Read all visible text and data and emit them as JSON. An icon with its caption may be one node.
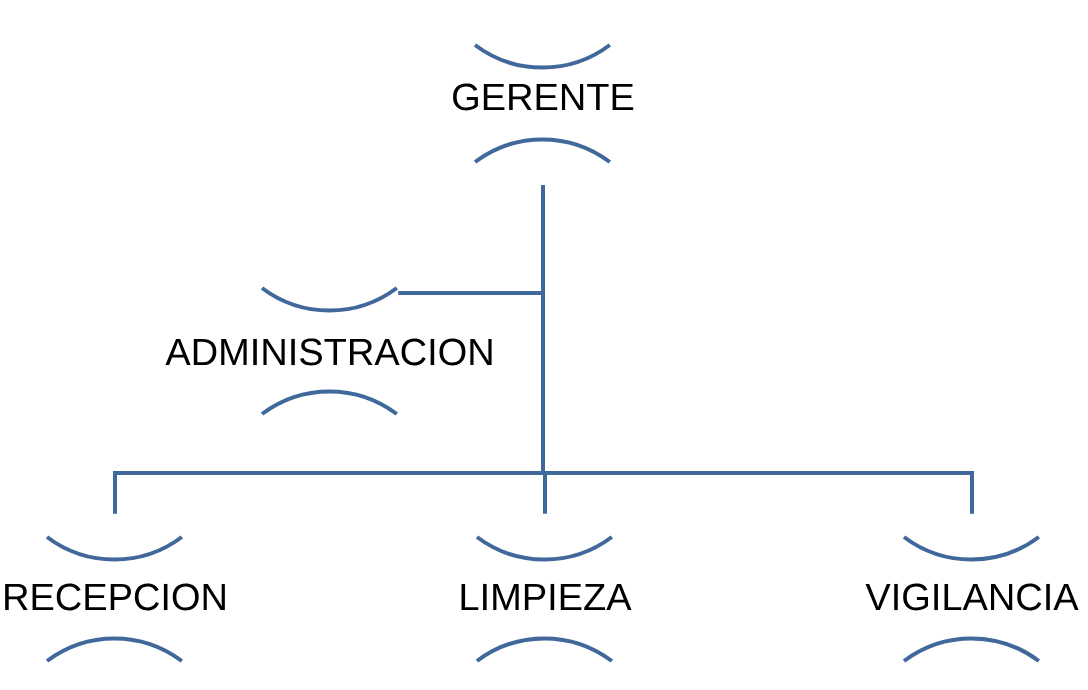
{
  "diagram": {
    "nodes": [
      {
        "text": [
          "GERENTE"
        ]
      },
      {
        "text": [
          "ADMINISTRACION"
        ]
      },
      {
        "text": [
          "RECEPCION"
        ]
      },
      {
        "text": [
          "LIMPIEZA"
        ]
      },
      {
        "text": [
          "VIGILANCIA"
        ]
      }
    ],
    "edges": [
      {
        "from": 0,
        "to": 1,
        "arrow": "none"
      },
      {
        "from": 0,
        "to": 2,
        "arrow": "none"
      },
      {
        "from": 0,
        "to": 3,
        "arrow": "none"
      },
      {
        "from": 0,
        "to": 4,
        "arrow": "none"
      }
    ]
  }
}
